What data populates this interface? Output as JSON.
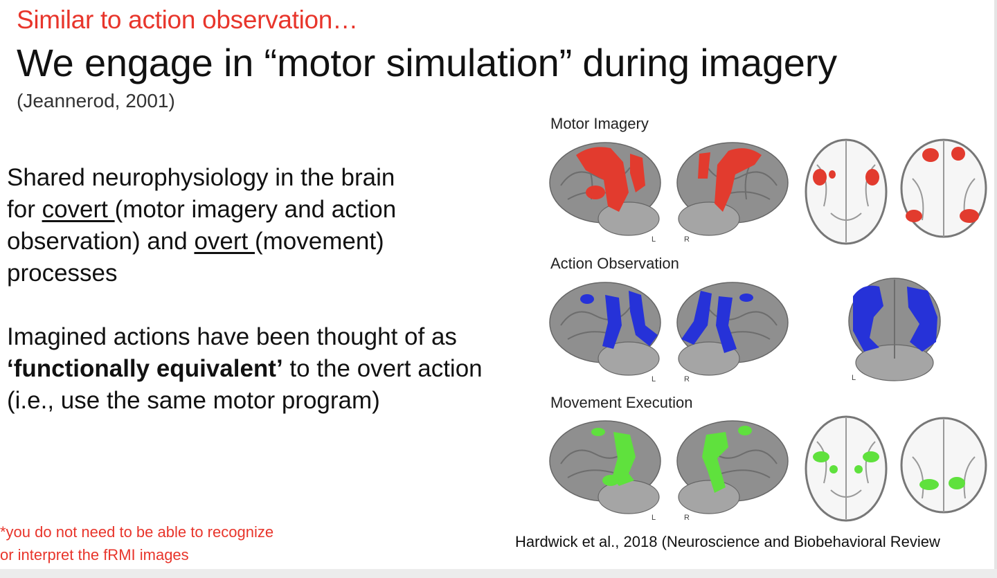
{
  "kicker": "Similar to action observation…",
  "title": "We engage in “motor simulation” during imagery",
  "citation": "(Jeannerod, 2001)",
  "para1": {
    "line1": "Shared neurophysiology in the brain",
    "for": "for ",
    "covert": "covert ",
    "mid": "(motor imagery and action observation) and ",
    "overt": "overt ",
    "end": "(movement) processes"
  },
  "para2": {
    "start": "Imagined actions have been thought of as ",
    "bold": "‘functionally equivalent’",
    "end": " to the overt action (i.e., use the same motor program)"
  },
  "footnote": {
    "line1": "*you do not need to be able to recognize",
    "line2": "or interpret the fRMI images"
  },
  "figure": {
    "rows": [
      {
        "label": "Motor Imagery",
        "color": "#e23b2e"
      },
      {
        "label": "Action Observation",
        "color": "#2632d8"
      },
      {
        "label": "Movement Execution",
        "color": "#5fe13d"
      }
    ],
    "markers": {
      "left": "L",
      "right": "R"
    },
    "source": "Hardwick et al., 2018 (Neuroscience and Biobehavioral Review"
  },
  "colors": {
    "accent": "#e8352b",
    "brain_gray": "#8f8f8f"
  }
}
